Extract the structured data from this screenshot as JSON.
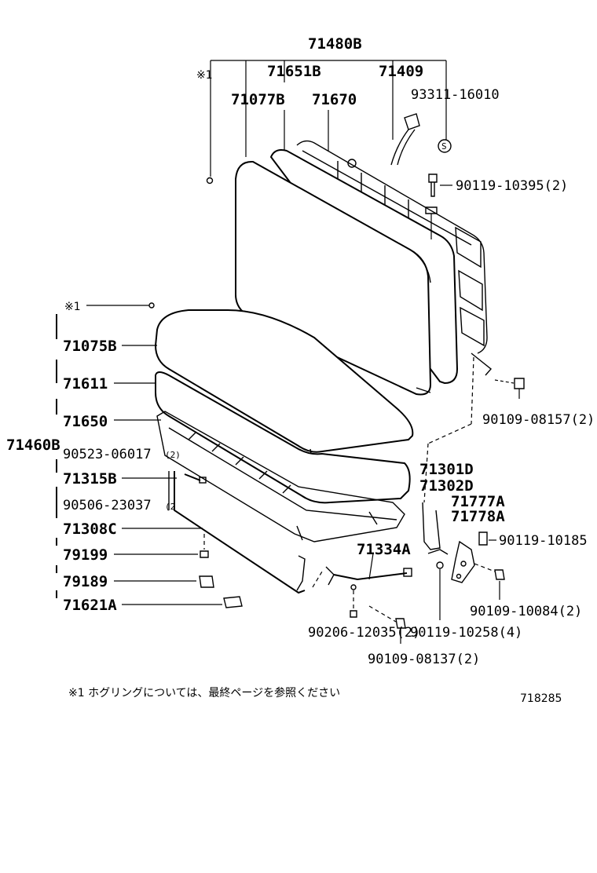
{
  "diagram": {
    "labels": {
      "assy_upper": "71480B",
      "ring_mark_a": "※1",
      "p71651B": "71651B",
      "p71409": "71409",
      "p71077B": "71077B",
      "p71670": "71670",
      "p93311": "93311-16010",
      "p90119_10395": "90119-10395(2)",
      "ring_mark_b": "※1",
      "p71075B": "71075B",
      "p71611": "71611",
      "p90109_08157": "90109-08157(2)",
      "p71650": "71650",
      "assy_lower": "71460B",
      "p90523": "90523-06017",
      "p90523_qty": "(2)",
      "p71315B": "71315B",
      "p90506": "90506-23037",
      "p90506_qty": "(2",
      "p71308C": "71308C",
      "p71301D": "71301D",
      "p71302D": "71302D",
      "p71777A": "71777A",
      "p71778A": "71778A",
      "p90119_10185": "90119-10185",
      "p71334A": "71334A",
      "p79199": "79199",
      "p79189": "79189",
      "p71621A": "71621A",
      "p90109_10084": "90109-10084(2)",
      "p90206": "90206-12035(2)",
      "p90119_10258": "90119-10258(4)",
      "p90109_08137": "90109-08137(2)"
    },
    "footnote": "※1 ホグリングについては、最終ページを参照ください",
    "figure_code": "718285"
  }
}
